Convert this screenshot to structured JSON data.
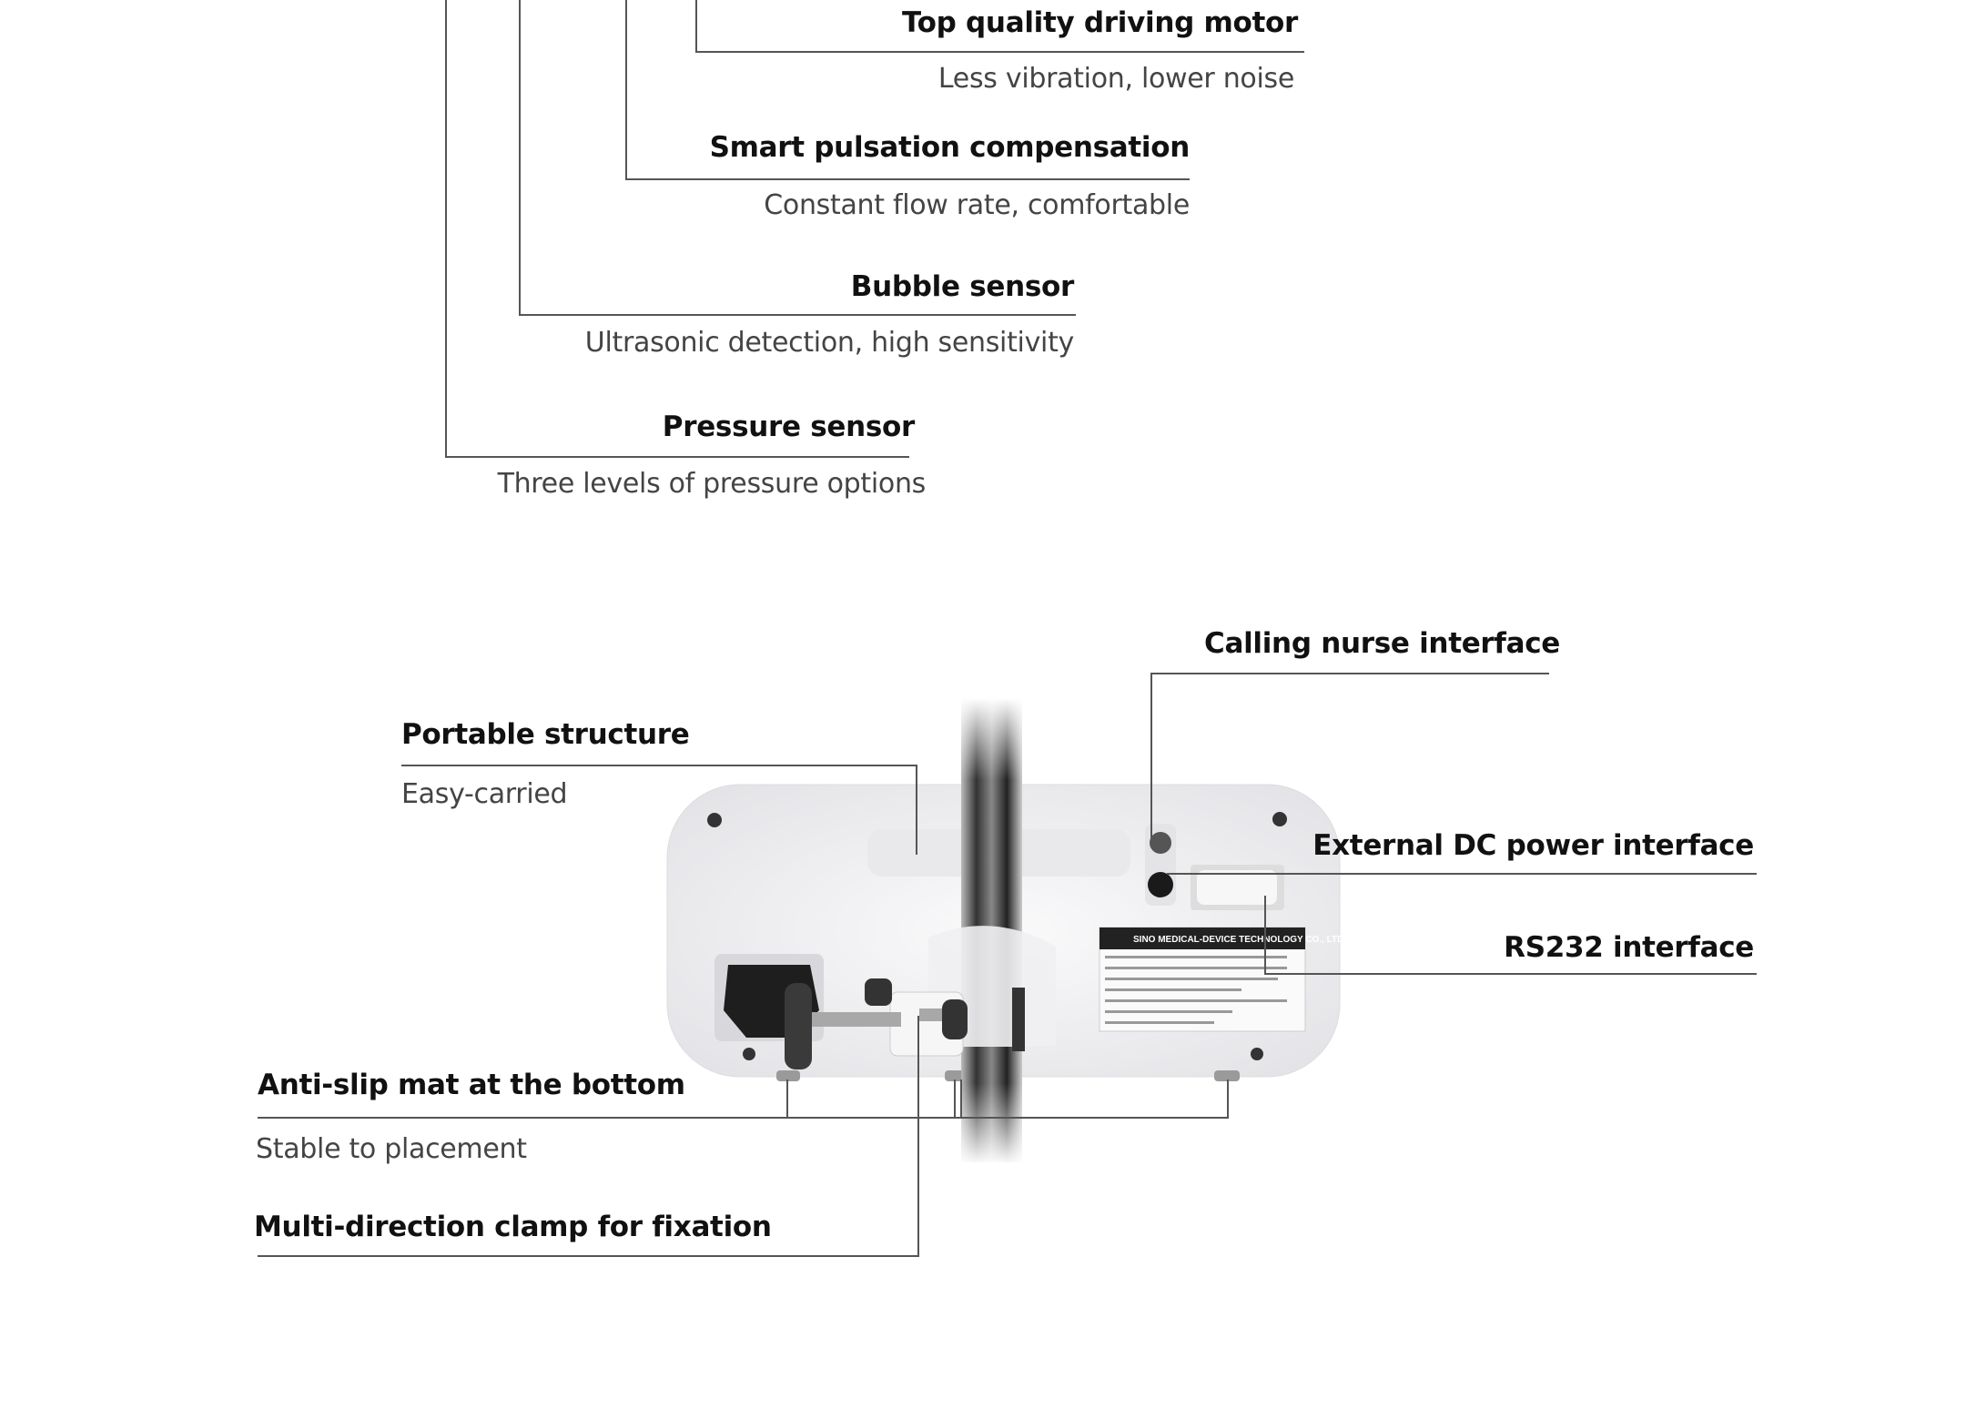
{
  "top_features": [
    {
      "title": "Top quality driving motor",
      "subtitle": "Less vibration, lower noise"
    },
    {
      "title": "Smart pulsation compensation",
      "subtitle": "Constant flow rate, comfortable"
    },
    {
      "title": "Bubble sensor",
      "subtitle": "Ultrasonic detection, high sensitivity"
    },
    {
      "title": "Pressure sensor",
      "subtitle": "Three levels of pressure options"
    }
  ],
  "rear_features": {
    "calling": {
      "title": "Calling nurse interface"
    },
    "portable": {
      "title": "Portable structure",
      "subtitle": "Easy-carried"
    },
    "dc_power": {
      "title": "External DC power interface"
    },
    "rs232": {
      "title": "RS232 interface"
    },
    "anti_slip": {
      "title": "Anti-slip mat at the bottom",
      "subtitle": "Stable to placement"
    },
    "clamp": {
      "title": "Multi-direction clamp for fixation"
    }
  },
  "device": {
    "label_header": "SINO MEDICAL-DEVICE TECHNOLOGY CO., LTD."
  }
}
